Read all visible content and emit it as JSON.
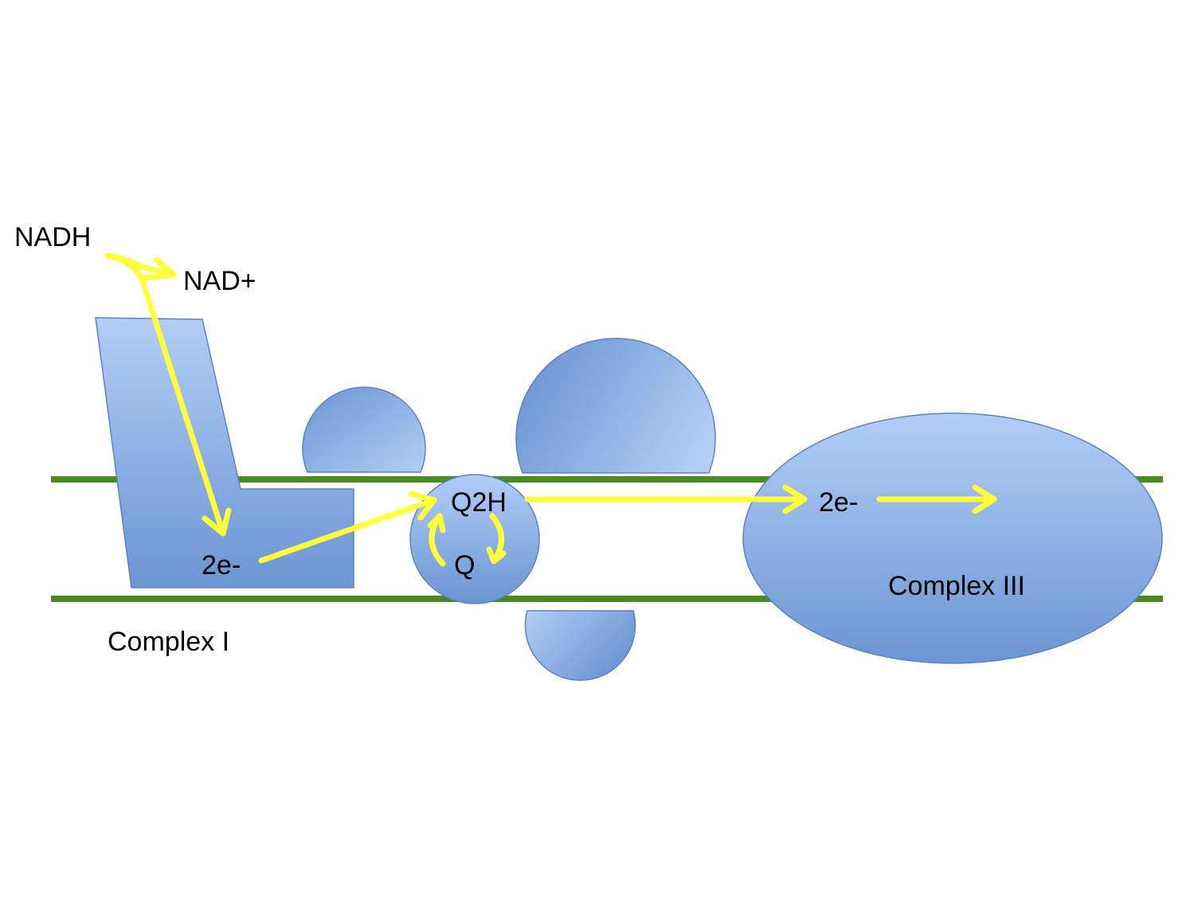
{
  "labels": {
    "nadh": "NADH",
    "nad_plus": "NAD+",
    "complex1_electrons": "2e-",
    "q2h": "Q2H",
    "q": "Q",
    "complex3_electrons": "2e-",
    "complex1": "Complex I",
    "complex3": "Complex III"
  },
  "colors": {
    "membrane": "#4a8a23",
    "protein_light": "#b3cdf7",
    "protein_dark": "#6b95d2",
    "protein_outline": "#5b83c4",
    "electron_arrow": "#ffff3c",
    "text": "#000000"
  }
}
